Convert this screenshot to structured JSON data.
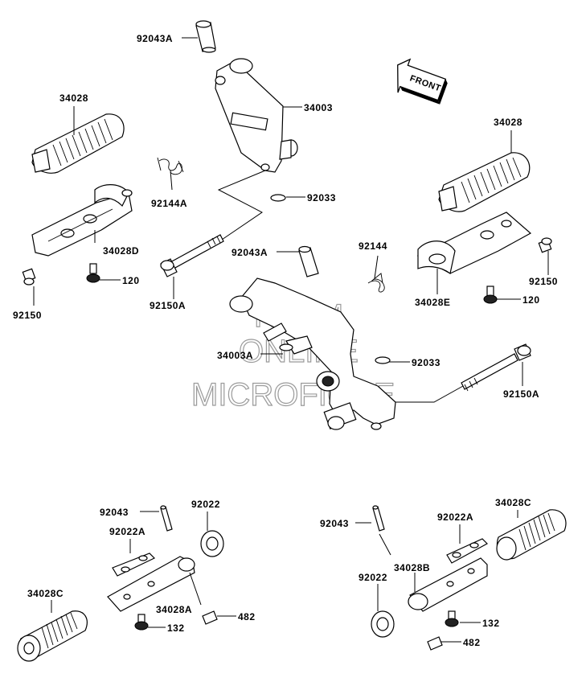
{
  "watermark": {
    "line1": "HLSM",
    "line2": "ONLINE",
    "line3": "MICROFICHE"
  },
  "front_arrow_text": "FRONT",
  "labels": {
    "l_92043A_top": "92043A",
    "l_34003": "34003",
    "l_34028_left": "34028",
    "l_92144A": "92144A",
    "l_92033_top": "92033",
    "l_34028D": "34028D",
    "l_120_left": "120",
    "l_92150_left": "92150",
    "l_92150A_left": "92150A",
    "l_92043A_mid": "92043A",
    "l_92144": "92144",
    "l_34003A": "34003A",
    "l_92033_mid": "92033",
    "l_92150A_right": "92150A",
    "l_34028_right": "34028",
    "l_92150_right": "92150",
    "l_34028E": "34028E",
    "l_120_right": "120",
    "l_92043_bl": "92043",
    "l_92022_bl": "92022",
    "l_92022A_bl": "92022A",
    "l_34028C_bl": "34028C",
    "l_34028A": "34028A",
    "l_482_bl": "482",
    "l_132_bl": "132",
    "l_92043_br": "92043",
    "l_92022A_br": "92022A",
    "l_34028C_br": "34028C",
    "l_34028B": "34028B",
    "l_92022_br": "92022",
    "l_132_br": "132",
    "l_482_br": "482"
  }
}
